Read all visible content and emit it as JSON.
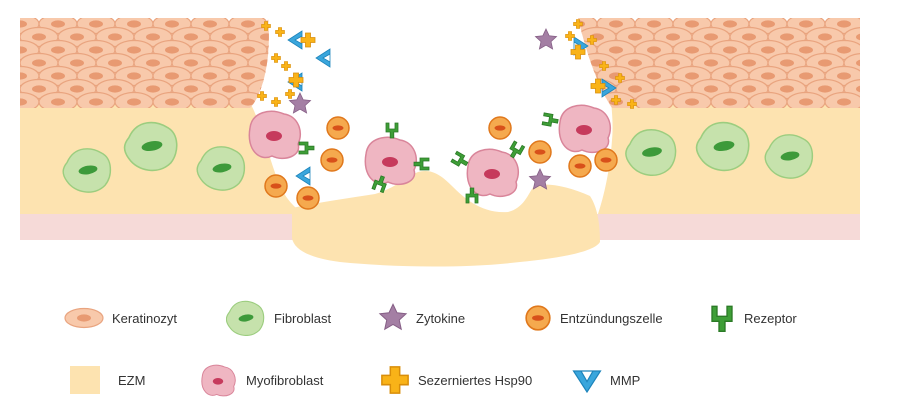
{
  "legend": {
    "keratinocyte": "Keratinozyt",
    "fibroblast": "Fibroblast",
    "cytokine": "Zytokine",
    "inflammatory_cell": "Entzündungszelle",
    "receptor": "Rezeptor",
    "ecm": "EZM",
    "myofibroblast": "Myofibroblast",
    "secreted_hsp90": "Sezerniertes Hsp90",
    "mmp": "MMP"
  },
  "icons": {
    "keratinocyte": "keratinocyte-cell-icon",
    "fibroblast": "fibroblast-cell-icon",
    "cytokine": "cytokine-star-icon",
    "inflammatory_cell": "inflammatory-cell-icon",
    "receptor": "receptor-icon",
    "ecm": "ecm-swatch-icon",
    "myofibroblast": "myofibroblast-cell-icon",
    "secreted_hsp90": "hsp90-cross-icon",
    "mmp": "mmp-chevron-icon"
  },
  "colors": {
    "keratinocyte_fill": "#f8c9ab",
    "keratinocyte_nucleus": "#e89a72",
    "ecm": "#fde3b0",
    "basement_membrane": "#f6dad8",
    "fibroblast_fill": "#c6e2ac",
    "fibroblast_nucleus": "#3d9a3a",
    "myofibroblast_fill": "#efb6c2",
    "myofibroblast_nucleus": "#c63a5c",
    "cytokine": "#a47fa4",
    "inflammatory_cell": "#f08a2c",
    "receptor": "#3e9e37",
    "hsp90": "#f9b318",
    "mmp": "#3aa6dc"
  }
}
